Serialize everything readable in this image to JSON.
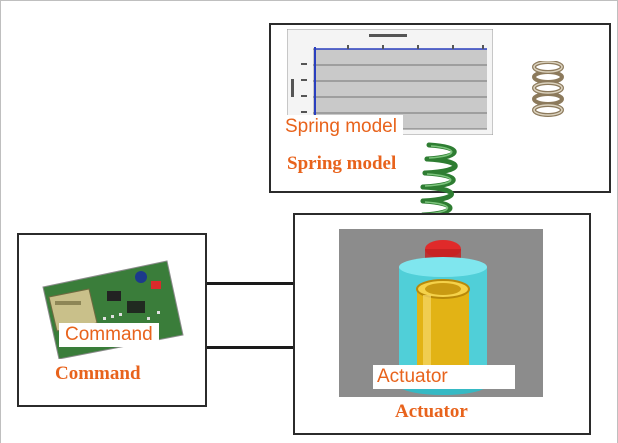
{
  "spring_model": {
    "overlay_label": "Spring model",
    "caption": "Spring model"
  },
  "command": {
    "overlay_label": "Command",
    "caption": "Command"
  },
  "actuator": {
    "overlay_label": "Actuator",
    "caption": "Actuator"
  },
  "colors": {
    "label_text": "#e8631c",
    "box_border": "#2b2b2b",
    "spring_green": "#2e7d32",
    "actuator_cyan": "#49d6e0",
    "actuator_gold": "#e2b315",
    "actuator_red": "#d61f1f",
    "pcb_green": "#3a7d3a"
  }
}
